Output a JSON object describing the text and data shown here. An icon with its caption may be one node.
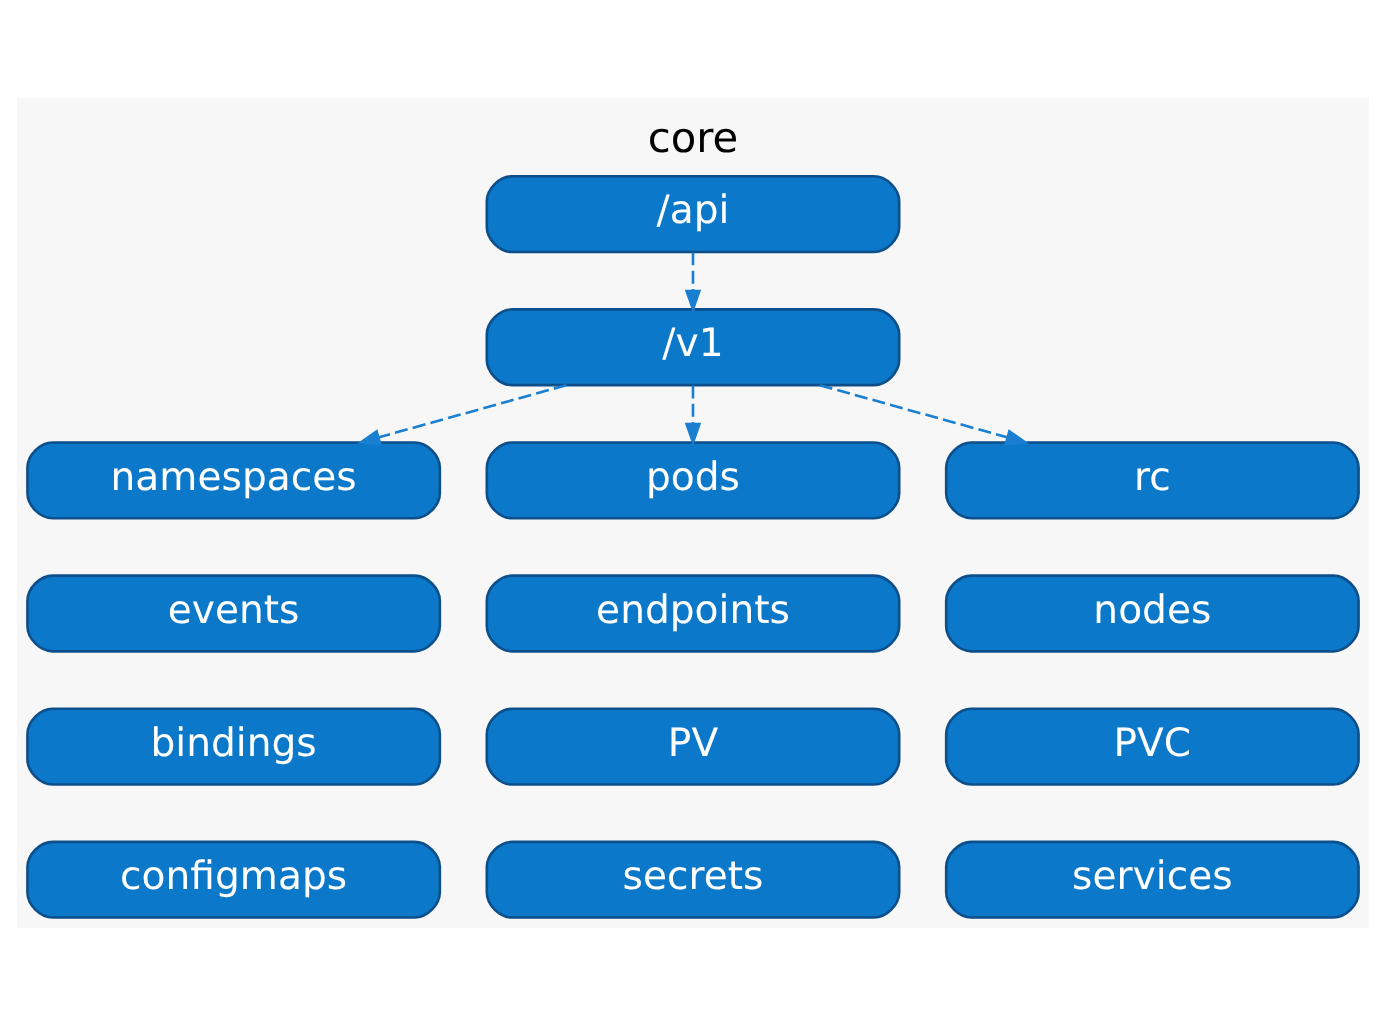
{
  "diagram": {
    "title": "core",
    "nodes": [
      {
        "text": [
          "/api"
        ]
      },
      {
        "text": [
          "/v1"
        ]
      },
      {
        "text": [
          "namespaces"
        ]
      },
      {
        "text": [
          "pods"
        ]
      },
      {
        "text": [
          "rc"
        ]
      },
      {
        "text": [
          "events"
        ]
      },
      {
        "text": [
          "endpoints"
        ]
      },
      {
        "text": [
          "nodes"
        ]
      },
      {
        "text": [
          "bindings"
        ]
      },
      {
        "text": [
          "PV"
        ]
      },
      {
        "text": [
          "PVC"
        ]
      },
      {
        "text": [
          "configmaps"
        ]
      },
      {
        "text": [
          "secrets"
        ]
      },
      {
        "text": [
          "services"
        ]
      }
    ],
    "edges": [
      {
        "from": 0,
        "to": 1,
        "arrow": "to",
        "style": "dashed"
      },
      {
        "from": 1,
        "to": 2,
        "arrow": "to",
        "style": "dashed"
      },
      {
        "from": 1,
        "to": 3,
        "arrow": "to",
        "style": "dashed"
      },
      {
        "from": 1,
        "to": 4,
        "arrow": "to",
        "style": "dashed"
      }
    ]
  }
}
